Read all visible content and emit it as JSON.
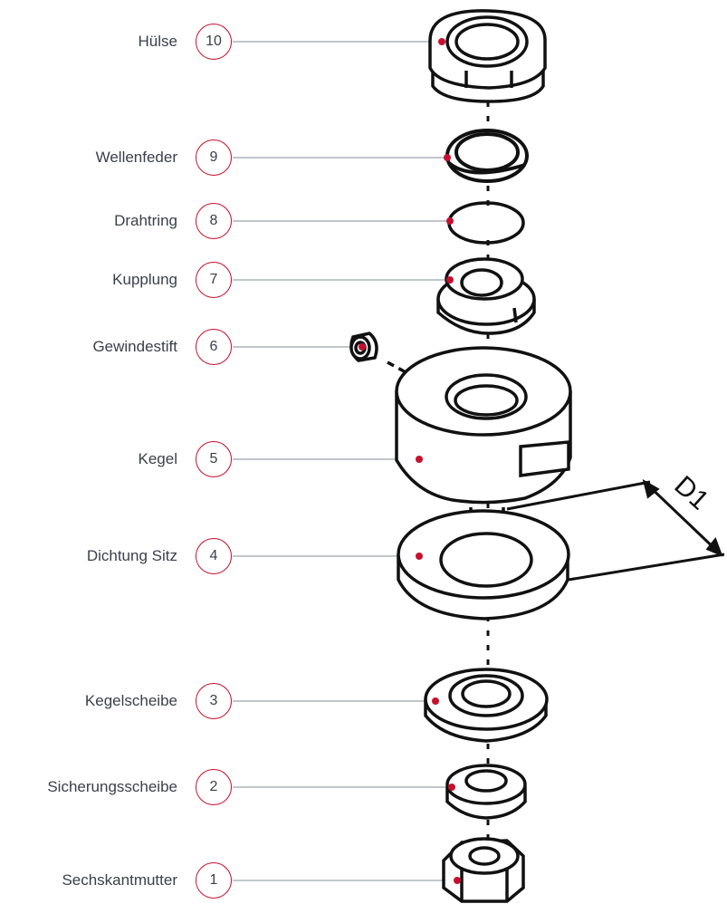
{
  "parts": [
    {
      "number": "10",
      "name": "Hülse"
    },
    {
      "number": "9",
      "name": "Wellenfeder"
    },
    {
      "number": "8",
      "name": "Drahtring"
    },
    {
      "number": "7",
      "name": "Kupplung"
    },
    {
      "number": "6",
      "name": "Gewindestift"
    },
    {
      "number": "5",
      "name": "Kegel"
    },
    {
      "number": "4",
      "name": "Dichtung Sitz"
    },
    {
      "number": "3",
      "name": "Kegelscheibe"
    },
    {
      "number": "2",
      "name": "Sicherungsscheibe"
    },
    {
      "number": "1",
      "name": "Sechskantmutter"
    }
  ],
  "dimension": {
    "label": "D1"
  },
  "colors": {
    "accent": "#c8102e",
    "leader": "#9aa3ad",
    "text": "#3a3f4a",
    "ink": "#111111"
  }
}
